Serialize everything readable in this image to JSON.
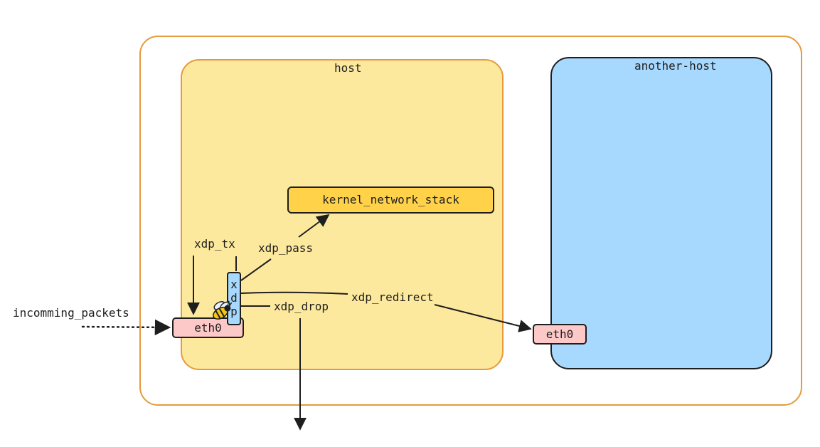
{
  "labels": {
    "host": "host",
    "another_host": "another-host",
    "kernel_network_stack": "kernel_network_stack",
    "eth0_host": "eth0",
    "eth0_another": "eth0",
    "xdp_letters": [
      "x",
      "d",
      "p"
    ],
    "xdp_tx": "xdp_tx",
    "xdp_pass": "xdp_pass",
    "xdp_redirect": "xdp_redirect",
    "xdp_drop": "xdp_drop",
    "incoming": "incomming_packets"
  },
  "colors": {
    "outer_border": "#e69a3a",
    "host_fill": "#fde99e",
    "another_host_fill": "#a7d8fd",
    "kernel_stack_fill": "#ffd24a",
    "eth0_fill": "#fdc8c8",
    "xdp_fill": "#a7d8fd",
    "stroke": "#1e1e1e"
  },
  "icons": {
    "bee": "bee-icon"
  }
}
